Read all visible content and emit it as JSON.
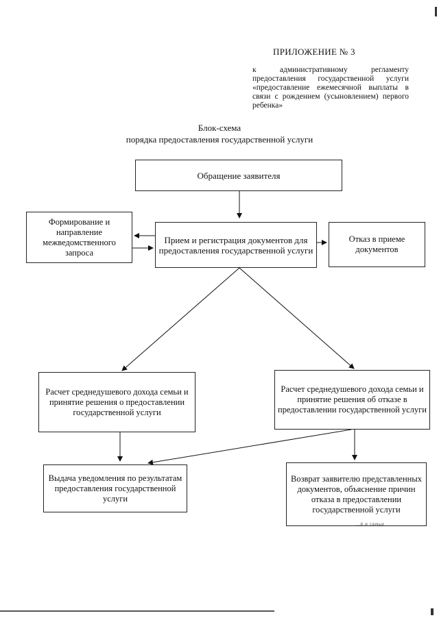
{
  "appendix": {
    "title": "ПРИЛОЖЕНИЕ № 3",
    "note": "к административному регламенту предоставления государственной услуги «предоставление ежемесячной выплаты в связи с рождением (усыновлением) первого ребенка»"
  },
  "scheme": {
    "title_line1": "Блок-схема",
    "title_line2": "порядка предоставления государственной услуги"
  },
  "boxes": {
    "application": "Обращение заявителя",
    "interagency_request": "Формирование и направление межведомственного запроса",
    "registration": "Прием и регистрация документов для предоставления государственной услуги",
    "refusal_acceptance": "Отказ в приеме документов",
    "decision_grant": "Расчет среднедушевого дохода семьи и принятие решения о предоставлении государственной услуги",
    "decision_refuse": "Расчет среднедушевого дохода семьи и принятие решения об отказе в предоставлении государственной услуги",
    "notification": "Выдача уведомления по результатам предоставления государственной услуги",
    "return_documents": "Возврат заявителю представленных документов, объяснение причин отказа в предоставлении государственной услуги"
  },
  "stamp_text": "...й и семьи"
}
